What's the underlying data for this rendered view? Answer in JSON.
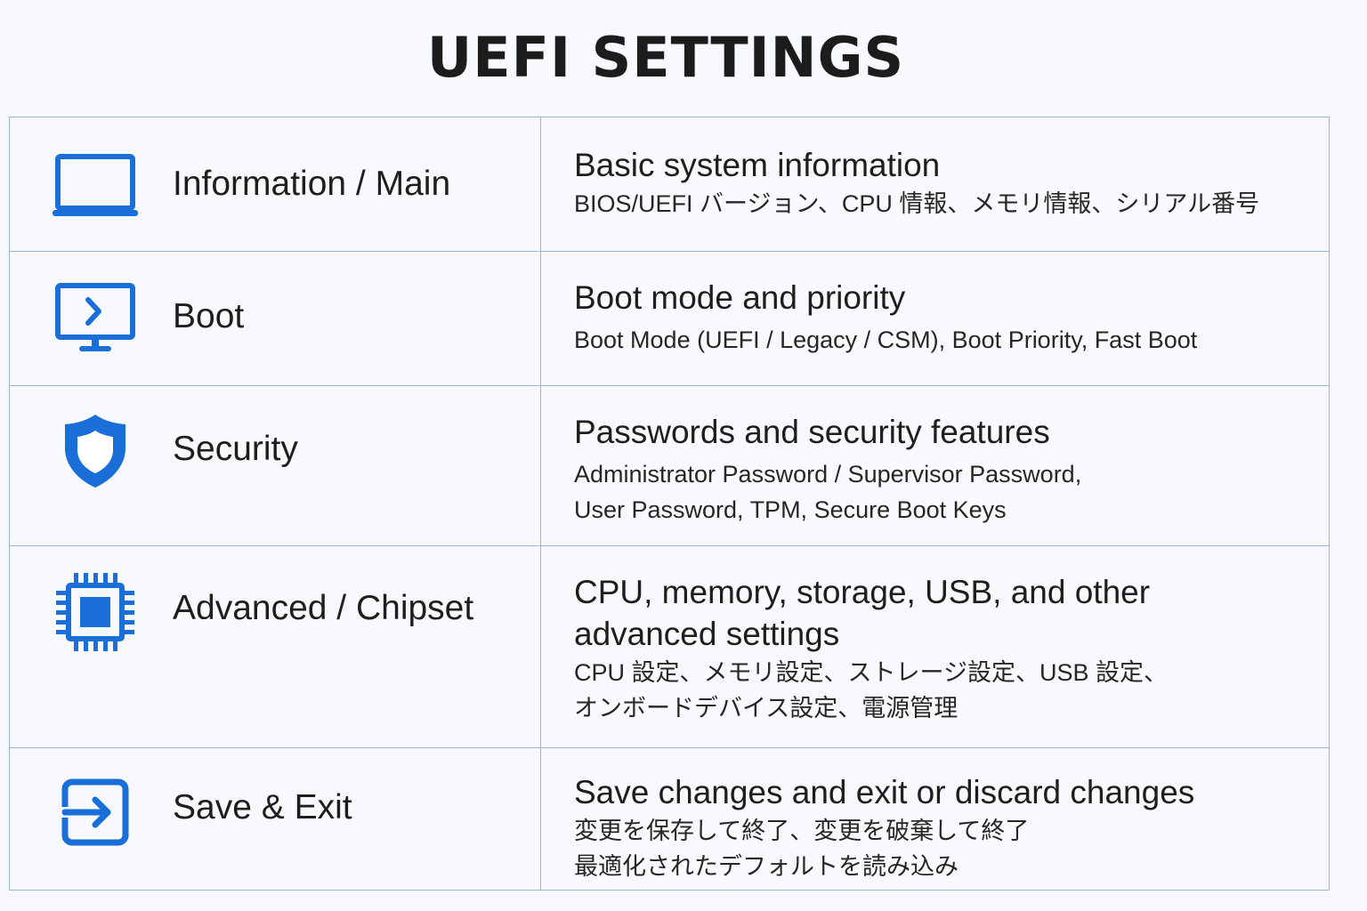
{
  "page": {
    "title": "UEFI SETTINGS"
  },
  "colors": {
    "accent": "#1a6ed8",
    "border": "#9db4d3",
    "background": "#f7f9fc"
  },
  "rows": [
    {
      "icon": "laptop-icon",
      "label": "Information / Main",
      "title": "Basic system information",
      "desc_lines": [
        "BIOS/UEFI バージョン、CPU 情報、メモリ情報、シリアル番号"
      ]
    },
    {
      "icon": "monitor-arrow-icon",
      "label": "Boot",
      "title": "Boot mode and priority",
      "desc_lines": [
        "Boot Mode (UEFI / Legacy / CSM), Boot Priority, Fast Boot"
      ]
    },
    {
      "icon": "shield-icon",
      "label": "Security",
      "title": "Passwords and security features",
      "desc_lines": [
        "Administrator Password / Supervisor Password,",
        "User Password, TPM, Secure Boot Keys"
      ]
    },
    {
      "icon": "chip-icon",
      "label": "Advanced / Chipset",
      "title_lines": [
        "CPU, memory, storage, USB, and other",
        "advanced settings"
      ],
      "desc_lines": [
        "CPU 設定、メモリ設定、ストレージ設定、USB 設定、",
        "オンボードデバイス設定、電源管理"
      ]
    },
    {
      "icon": "exit-icon",
      "label": "Save & Exit",
      "title": "Save changes and exit or discard changes",
      "desc_lines": [
        "変更を保存して終了、変更を破棄して終了",
        "最適化されたデフォルトを読み込み"
      ]
    }
  ]
}
